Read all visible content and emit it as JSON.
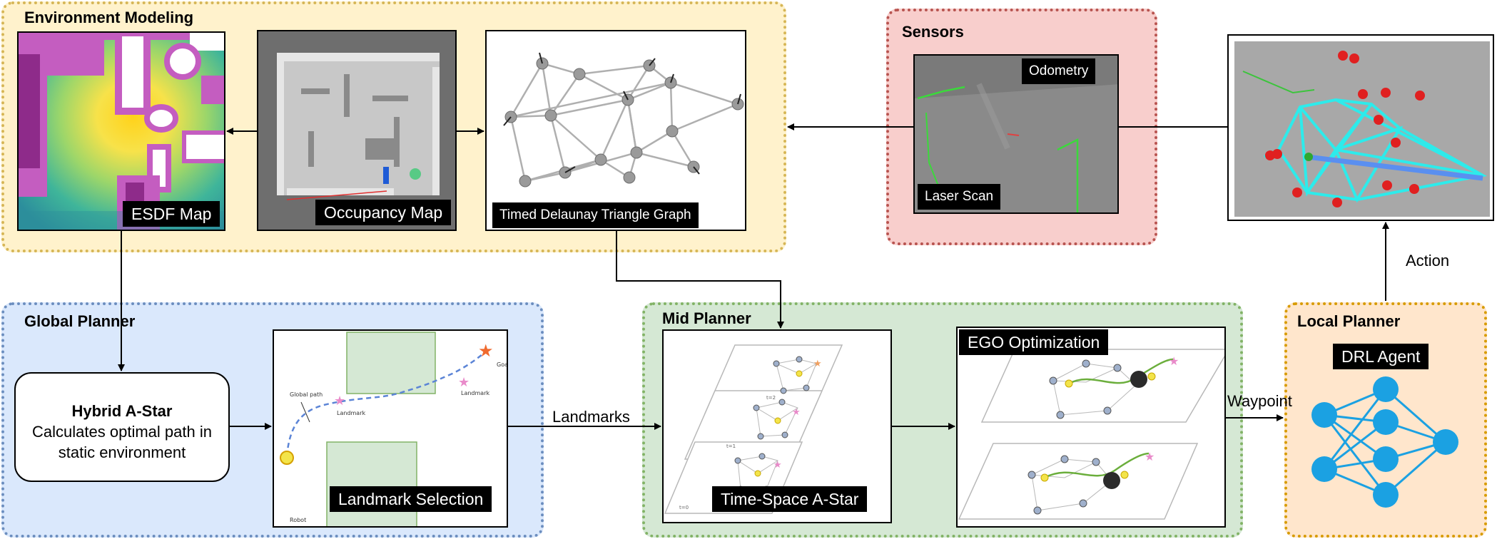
{
  "groups": {
    "environment_modeling": "Environment Modeling",
    "sensors": "Sensors",
    "global_planner": "Global Planner",
    "mid_planner": "Mid Planner",
    "local_planner": "Local Planner"
  },
  "panels": {
    "esdf_map": "ESDF Map",
    "occupancy_map": "Occupancy Map",
    "delaunay_graph": "Timed Delaunay Triangle Graph",
    "odometry": "Odometry",
    "laser_scan": "Laser Scan",
    "landmark_selection": "Landmark Selection",
    "time_space_astar": "Time-Space A-Star",
    "ego_optimization": "EGO Optimization",
    "drl_agent": "DRL Agent"
  },
  "hybrid_astar": {
    "title": "Hybrid A-Star",
    "description": "Calculates optimal path in static environment"
  },
  "landmark_map": {
    "goal": "Goal",
    "landmark_1": "Landmark",
    "landmark_2": "Landmark",
    "global_path": "Global path",
    "robot": "Robot"
  },
  "layers": {
    "t1": "t=0",
    "t2": "t=1",
    "t3": "t=2"
  },
  "edges": {
    "landmarks": "Landmarks",
    "waypoint": "Waypoint",
    "action": "Action"
  },
  "colors": {
    "env_fill": "#FFF2CC",
    "env_border": "#D6B656",
    "sensor_fill": "#F8CECC",
    "sensor_border": "#B85450",
    "global_fill": "#DAE8FC",
    "global_border": "#6C8EBF",
    "mid_fill": "#D5E8D4",
    "mid_border": "#82B366",
    "local_fill": "#FFE6CC",
    "local_border": "#D79B00",
    "nn_node": "#1BA1E2"
  }
}
